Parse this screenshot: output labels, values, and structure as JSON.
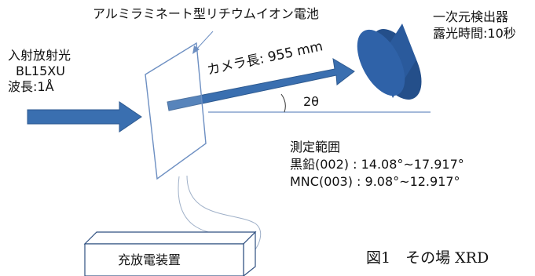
{
  "labels": {
    "cell_label": "アルミラミネート型リチウムイオン電池",
    "incident_line1": "入射放射光",
    "incident_line2": "BL15XU",
    "incident_line3": "波長:1Å",
    "camera_length": "カメラ長: 955 mm",
    "two_theta": "2θ",
    "detector_line1": "一次元検出器",
    "detector_line2": "露光時間:10秒",
    "range_title": "測定範囲",
    "range_graphite": "黒鉛(002) : 14.08°~17.917°",
    "range_mnc": "MNC(003) : 9.08°~12.917°",
    "charger": "充放電装置",
    "caption": "図1　その場 XRD"
  },
  "colors": {
    "arrow_fill": "#3a6fb0",
    "arrow_stroke": "#2e5a90",
    "detector_front": "#2f62a8",
    "detector_side": "#244f8a",
    "sample_line": "#6d8fc2",
    "wire": "#9fb0c8",
    "charger_stroke": "#2e4f80",
    "text": "#111111"
  }
}
